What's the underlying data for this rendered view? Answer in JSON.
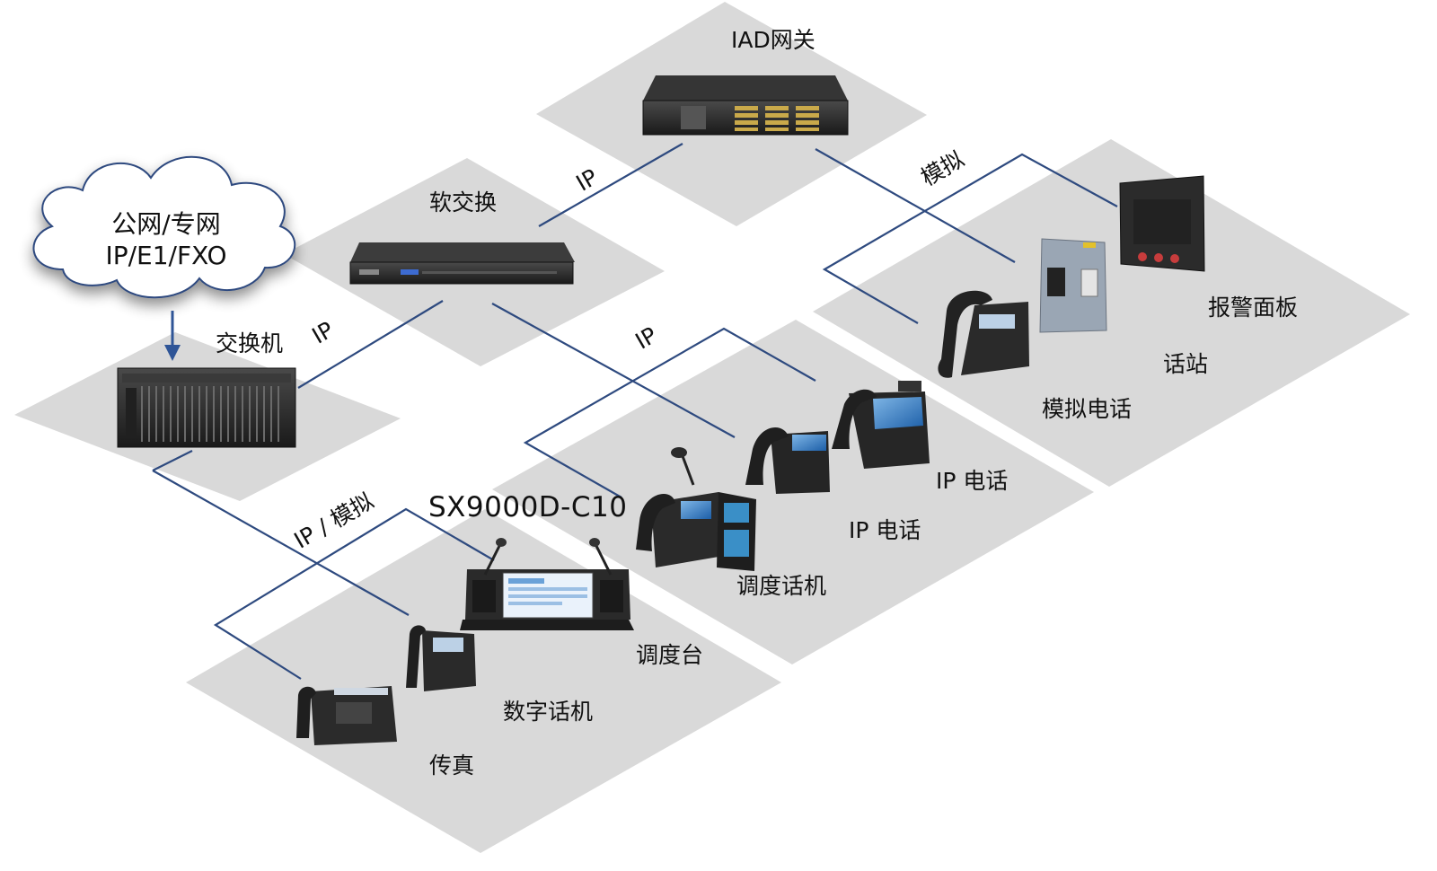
{
  "cloud": {
    "line1": "公网/专网",
    "line2": "IP/E1/FXO"
  },
  "labels": {
    "switch": "交换机",
    "softswitch": "软交换",
    "iad": "IAD网关",
    "alarm_panel": "报警面板",
    "station": "话站",
    "analog_phone": "模拟电话",
    "ip_phone_1": "IP 电话",
    "ip_phone_2": "IP 电话",
    "dispatch_phone": "调度话机",
    "console": "调度台",
    "digital_phone": "数字话机",
    "fax": "传真",
    "console_model": "SX9000D-C10"
  },
  "links": {
    "ip_switch_soft": "IP",
    "ip_soft_iad": "IP",
    "analog_iad": "模拟",
    "ip_soft_phones": "IP",
    "ip_analog_switch": "IP / 模拟"
  },
  "colors": {
    "plate": "#d9d9d9",
    "line": "#2e4a7f",
    "arrow": "#2f5597",
    "device": "#2a2a2a"
  }
}
